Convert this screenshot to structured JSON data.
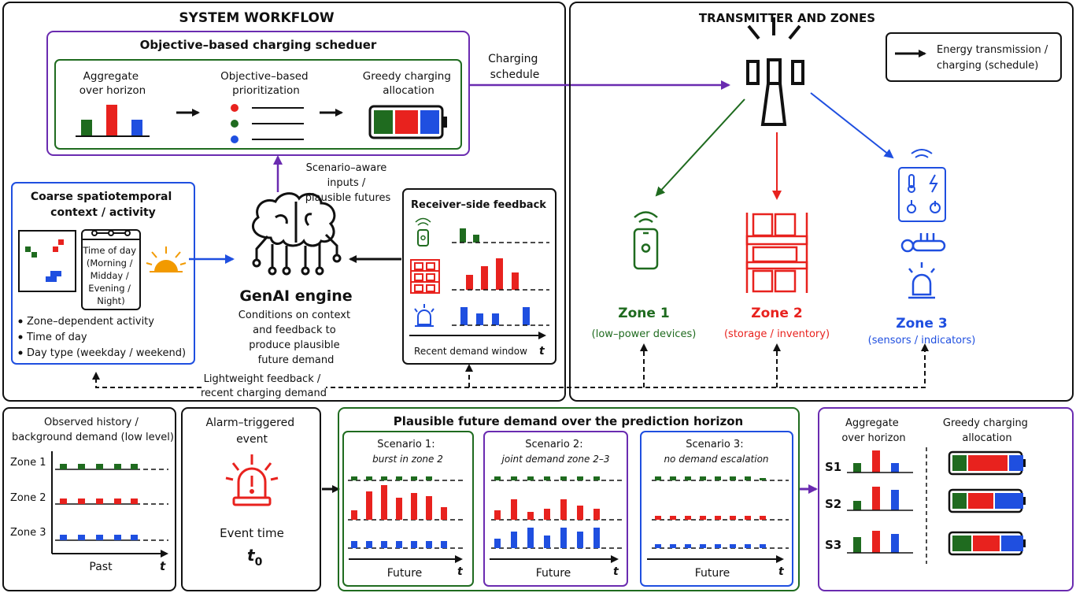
{
  "colors": {
    "green": "#1f6b1f",
    "red": "#e8221e",
    "blue": "#1f4fe0",
    "purple": "#6a2bb0",
    "black": "#111111"
  },
  "workflow": {
    "title": "SYSTEM WORKFLOW",
    "scheduler": {
      "title": "Objective–based charging scheduer",
      "step1": [
        "Aggregate",
        "over horizon"
      ],
      "step2": [
        "Objective–based",
        "prioritization"
      ],
      "step3": [
        "Greedy charging",
        "allocation"
      ]
    },
    "schedule_label": [
      "Charging",
      "schedule"
    ],
    "context": {
      "title": [
        "Coarse spatiotemporal",
        "context / activity"
      ],
      "calendar": [
        "Time of day",
        "(Morning /",
        "Midday /",
        "Evening /",
        "Night)"
      ],
      "bullets": [
        "Zone–dependent activity",
        "Time of day",
        "Day type (weekday / weekend)"
      ]
    },
    "scenario_label": [
      "Scenario–aware",
      "inputs /",
      "plausible futures"
    ],
    "genai": {
      "title": "GenAI engine",
      "desc": [
        "Conditions on context",
        "and feedback to",
        "produce plausible",
        "future demand"
      ]
    },
    "feedback": {
      "title": "Receiver–side feedback",
      "axis_label": "Recent demand window",
      "axis_var": "t"
    },
    "lightweight_label": [
      "Lightweight feedback /",
      "recent charging demand"
    ]
  },
  "zones_panel": {
    "title": "TRANSMITTER AND ZONES",
    "legend": [
      "Energy transmission /",
      "charging (schedule)"
    ],
    "zone1": {
      "name": "Zone 1",
      "desc": "(low–power devices)"
    },
    "zone2": {
      "name": "Zone 2",
      "desc": "(storage / inventory)"
    },
    "zone3": {
      "name": "Zone 3",
      "desc": "(sensors / indicators)"
    }
  },
  "history": {
    "title": [
      "Observed history /",
      "background demand (low level)"
    ],
    "rows": [
      "Zone 1",
      "Zone 2",
      "Zone 3"
    ],
    "axis_label": "Past",
    "axis_var": "t"
  },
  "alarm": {
    "title": [
      "Alarm–triggered",
      "event"
    ],
    "event_label": "Event time",
    "event_var": "t",
    "event_sub": "0"
  },
  "future": {
    "title": "Plausible future demand over the prediction horizon",
    "scenarios": [
      {
        "name": "Scenario 1:",
        "desc": "burst in zone 2",
        "axis_label": "Future",
        "axis_var": "t"
      },
      {
        "name": "Scenario 2:",
        "desc": "joint demand zone 2–3",
        "axis_label": "Future",
        "axis_var": "t"
      },
      {
        "name": "Scenario 3:",
        "desc": "no demand escalation",
        "axis_label": "Future",
        "axis_var": "t"
      }
    ]
  },
  "aggregate": {
    "col1": [
      "Aggregate",
      "over horizon"
    ],
    "col2": [
      "Greedy charging",
      "allocation"
    ],
    "rows": [
      "S1",
      "S2",
      "S3"
    ]
  }
}
